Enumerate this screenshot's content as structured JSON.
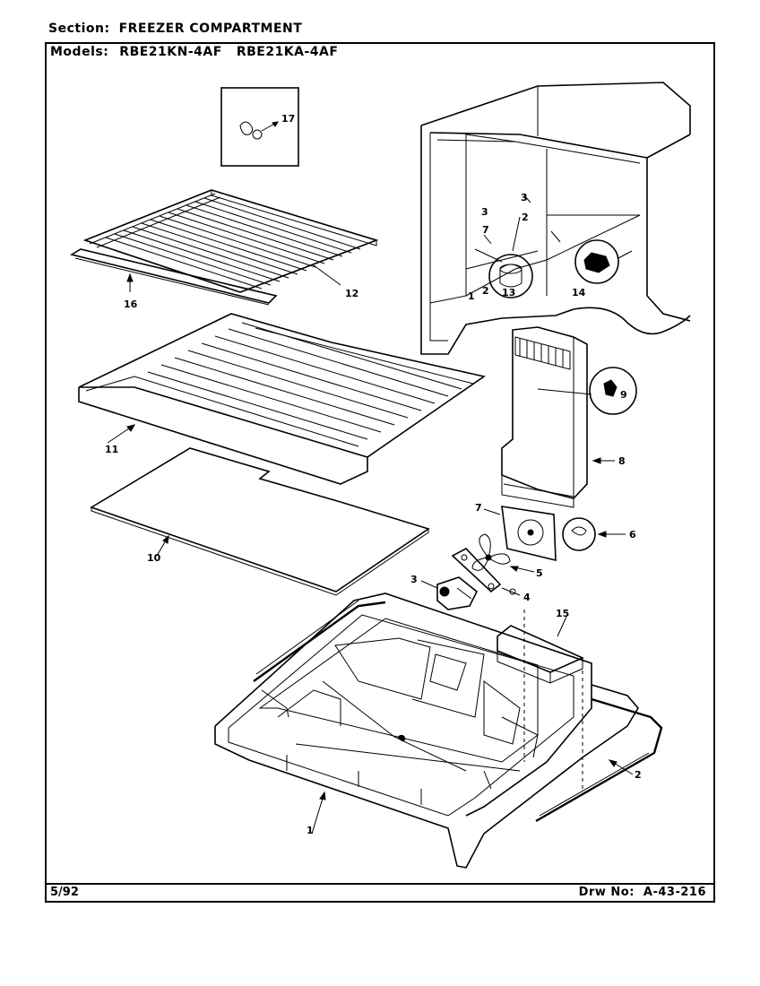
{
  "header": {
    "section_label": "Section:",
    "section_value": "FREEZER COMPARTMENT",
    "models_label": "Models:",
    "models": [
      "RBE21KN-4AF",
      "RBE21KA-4AF"
    ]
  },
  "footer": {
    "date": "5/92",
    "drawing_label": "Drw No:",
    "drawing_number": "A-43-216"
  },
  "callouts": {
    "p1": "1",
    "p2": "2",
    "p3": "3",
    "p4": "4",
    "p5": "5",
    "p6": "6",
    "p7": "7",
    "p8": "8",
    "p9": "9",
    "p10": "10",
    "p11": "11",
    "p12": "12",
    "p13": "13",
    "p14": "14",
    "p15": "15",
    "p16": "16",
    "p17": "17",
    "cab_a": "3",
    "cab_b": "3",
    "cab_c": "7",
    "cab_d": "2",
    "cab_e": "1",
    "cab_f": "2"
  }
}
